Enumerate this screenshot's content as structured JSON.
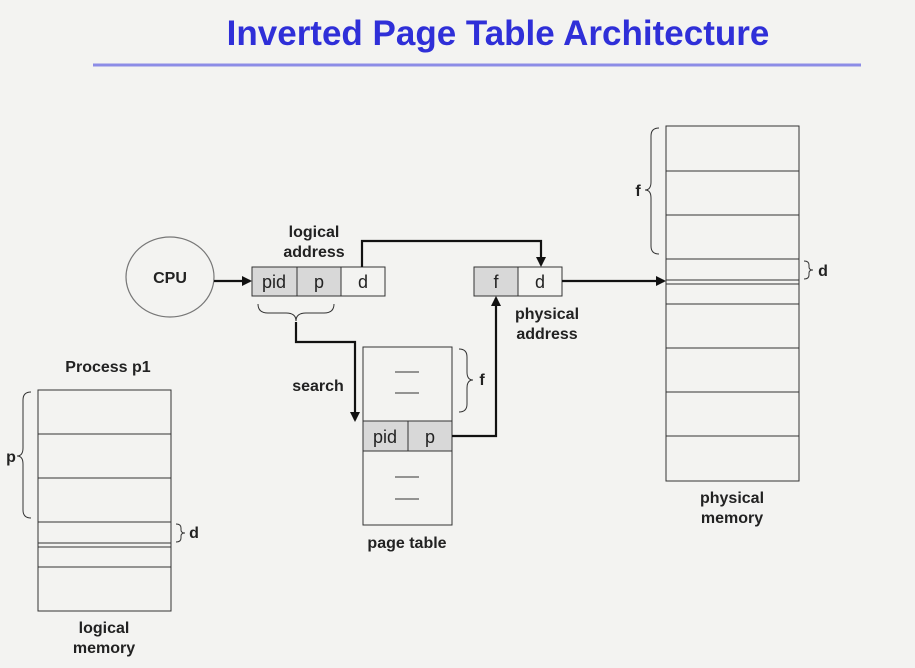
{
  "title": "Inverted Page Table Architecture",
  "cpu": "CPU",
  "logical_address": {
    "label_line1": "logical",
    "label_line2": "address",
    "fields": [
      "pid",
      "p",
      "d"
    ]
  },
  "physical_address": {
    "label_line1": "physical",
    "label_line2": "address",
    "fields": [
      "f",
      "d"
    ]
  },
  "search_label": "search",
  "page_table": {
    "label": "page table",
    "entry_fields": [
      "pid",
      "p"
    ],
    "brace_label": "f"
  },
  "physical_memory": {
    "label_line1": "physical",
    "label_line2": "memory",
    "frame_brace_label": "f",
    "offset_brace_label": "d"
  },
  "process": {
    "title": "Process p1",
    "page_brace_label": "p",
    "offset_brace_label": "d",
    "label_line1": "logical",
    "label_line2": "memory"
  },
  "colors": {
    "title": "#2f2fd8",
    "title_rule": "#8c8ce6",
    "field_fill": "#d8d8d8"
  }
}
